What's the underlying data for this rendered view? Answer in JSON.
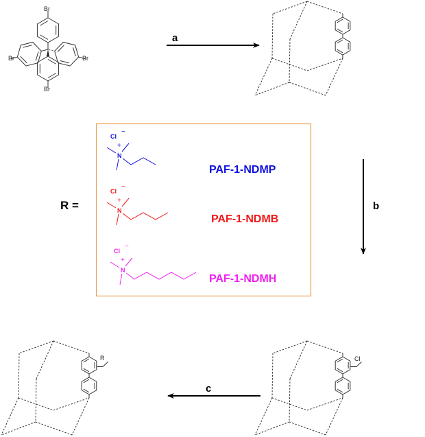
{
  "reactant": {
    "substituent": "Br"
  },
  "steps": {
    "a": "a",
    "b": "b",
    "c": "c"
  },
  "intermediate_chloromethyl": {
    "group": "Cl"
  },
  "final_product": {
    "group": "R"
  },
  "r_definition": {
    "label": "R =",
    "box_color": "#e8a050",
    "options": [
      {
        "name": "PAF-1-NDMP",
        "anion": "Cl",
        "anion_charge": "−",
        "cation_charge": "+",
        "atom": "N",
        "color": "#1010e0",
        "chain_length": 3
      },
      {
        "name": "PAF-1-NDMB",
        "anion": "Cl",
        "anion_charge": "−",
        "cation_charge": "+",
        "atom": "N",
        "color": "#f01818",
        "chain_length": 4
      },
      {
        "name": "PAF-1-NDMH",
        "anion": "Cl",
        "anion_charge": "−",
        "cation_charge": "+",
        "atom": "N",
        "color": "#f020f0",
        "chain_length": 6
      }
    ]
  }
}
